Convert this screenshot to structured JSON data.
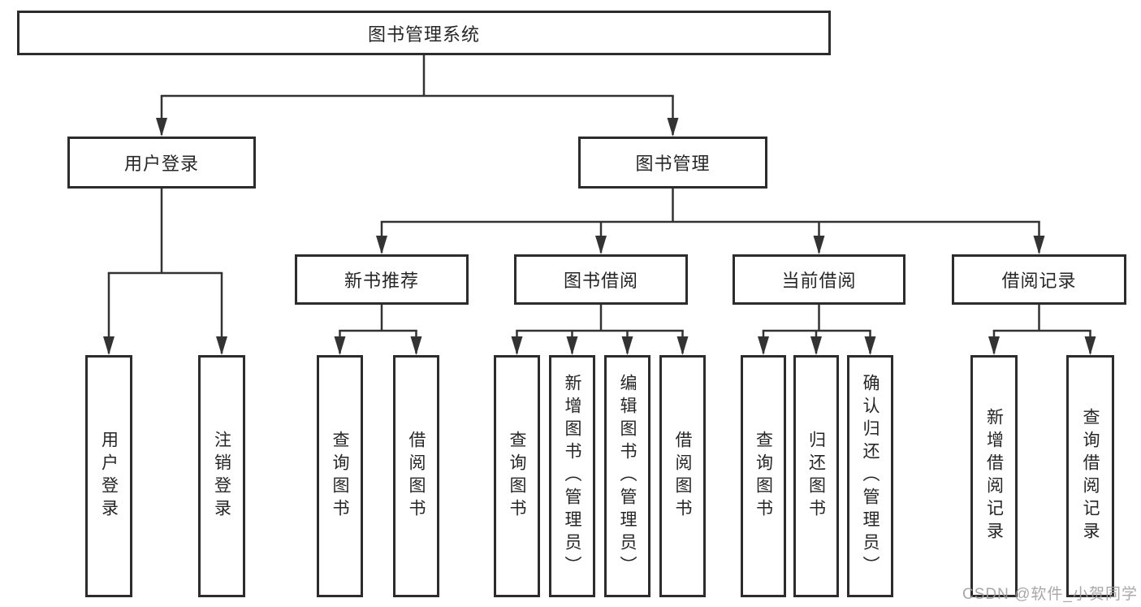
{
  "diagram": {
    "watermark": "CSDN @软件_小贺同学",
    "colors": {
      "line": "#333333",
      "box_border": "#2c2c2c",
      "box_fill": "#ffffff",
      "text": "#262626",
      "watermark": "#9e9e9e"
    },
    "root": {
      "label": "图书管理系统",
      "children": [
        {
          "label": "用户登录",
          "children": [
            {
              "label": "用户登录"
            },
            {
              "label": "注销登录"
            }
          ]
        },
        {
          "label": "图书管理",
          "children": [
            {
              "label": "新书推荐",
              "children": [
                {
                  "label": "查询图书"
                },
                {
                  "label": "借阅图书"
                }
              ]
            },
            {
              "label": "图书借阅",
              "children": [
                {
                  "label": "查询图书"
                },
                {
                  "label": "新增图书（管理员）"
                },
                {
                  "label": "编辑图书（管理员）"
                },
                {
                  "label": "借阅图书"
                }
              ]
            },
            {
              "label": "当前借阅",
              "children": [
                {
                  "label": "查询图书"
                },
                {
                  "label": "归还图书"
                },
                {
                  "label": "确认归还（管理员）"
                }
              ]
            },
            {
              "label": "借阅记录",
              "children": [
                {
                  "label": "新增借阅记录"
                },
                {
                  "label": "查询借阅记录"
                }
              ]
            }
          ]
        }
      ]
    }
  }
}
